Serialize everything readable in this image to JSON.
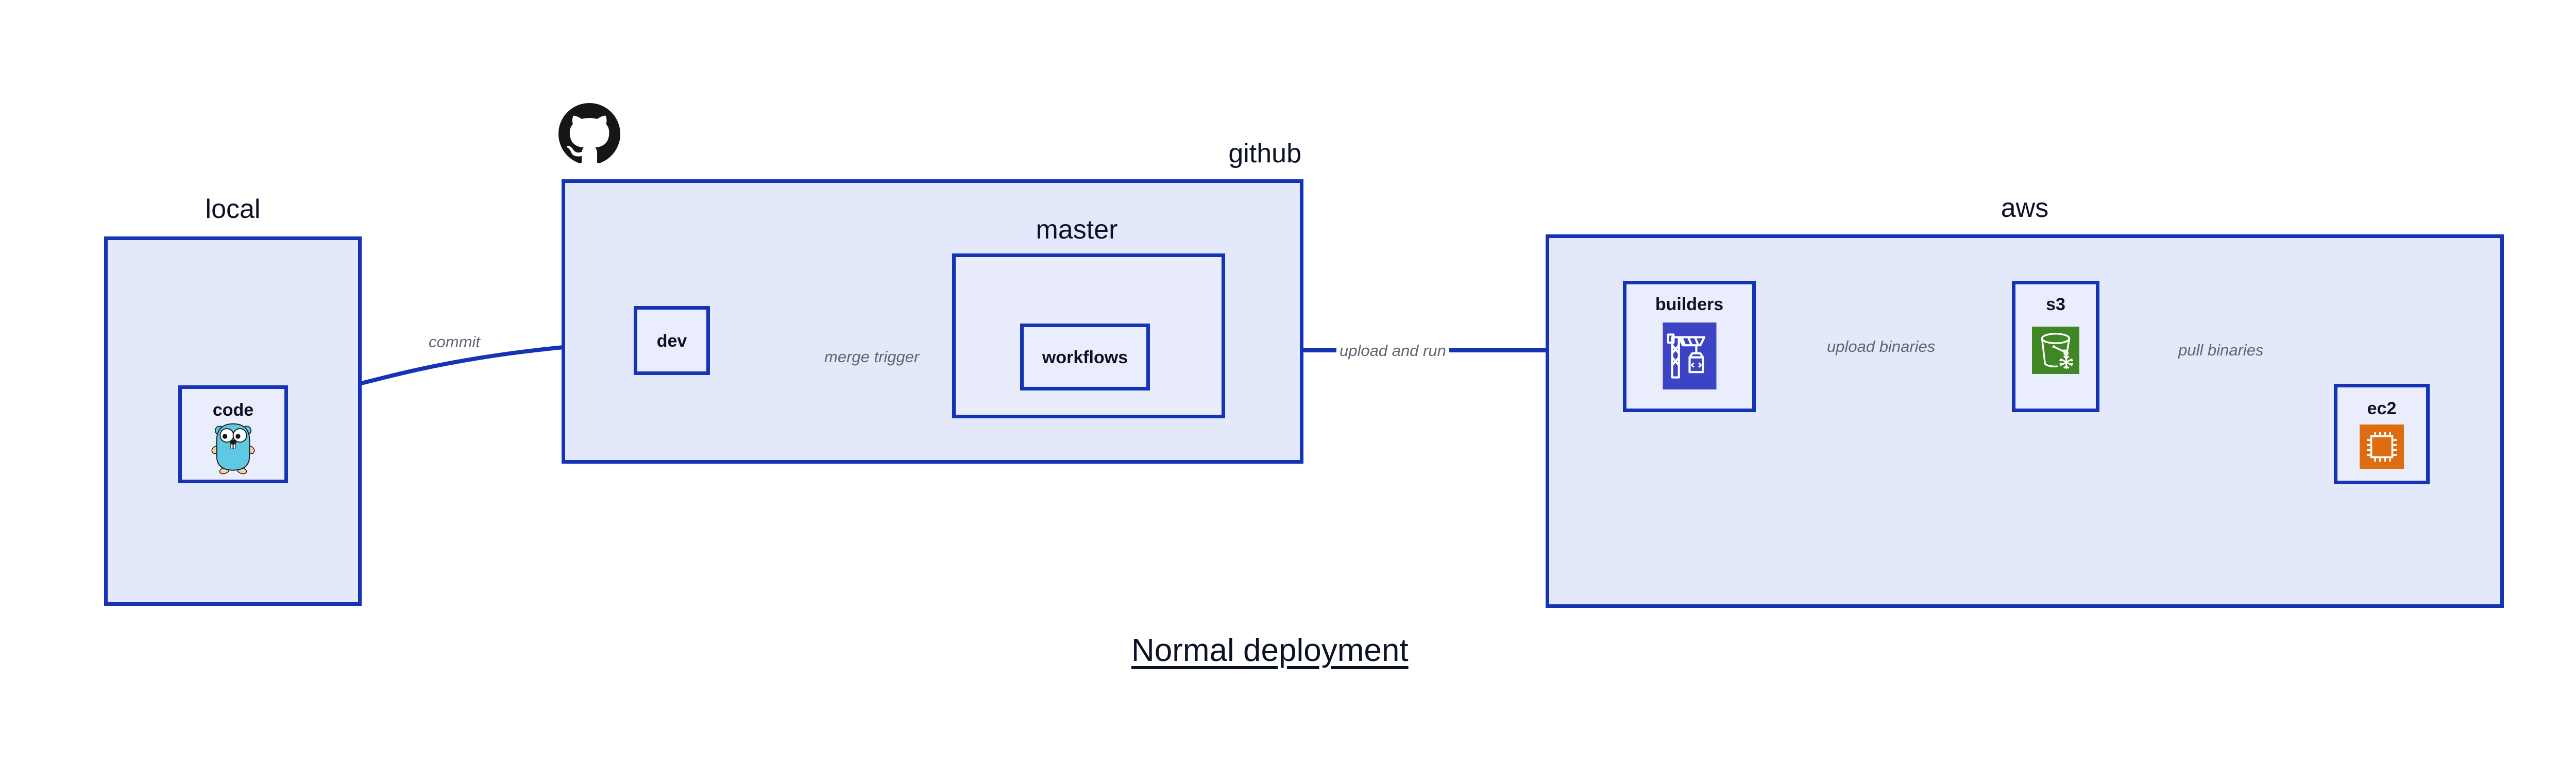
{
  "title": "Normal deployment",
  "colors": {
    "group_fill": "#e3e8fa",
    "node_fill": "#eaeefc",
    "border": "#1434b5",
    "edge": "#1434b5",
    "edge_label": "#5f6673",
    "text": "#0d1126",
    "codebuild_purple": "#3c43c4",
    "s3_green": "#3f8624",
    "ec2_orange": "#dd6d10",
    "gopher_cyan": "#5dc9e2",
    "gopher_tan": "#f6d2a2",
    "github_black": "#161614"
  },
  "groups": [
    {
      "id": "local",
      "label": "local",
      "label_align": "center"
    },
    {
      "id": "github",
      "label": "github",
      "label_align": "right"
    },
    {
      "id": "aws",
      "label": "aws",
      "label_align": "center"
    }
  ],
  "subgroups": [
    {
      "id": "master",
      "label": "master",
      "parent": "github"
    }
  ],
  "nodes": [
    {
      "id": "code",
      "label": "code",
      "group": "local",
      "icon": "go-gopher-icon"
    },
    {
      "id": "dev",
      "label": "dev",
      "group": "github",
      "icon": "none"
    },
    {
      "id": "workflows",
      "label": "workflows",
      "group": "master",
      "icon": "none"
    },
    {
      "id": "builders",
      "label": "builders",
      "group": "aws",
      "icon": "aws-codebuild-icon"
    },
    {
      "id": "s3",
      "label": "s3",
      "group": "aws",
      "icon": "aws-s3-icon"
    },
    {
      "id": "ec2",
      "label": "ec2",
      "group": "aws",
      "icon": "aws-ec2-icon"
    }
  ],
  "edges": [
    {
      "id": "commit",
      "from": "code",
      "to": "dev",
      "label": "commit"
    },
    {
      "id": "merge-trigger",
      "from": "dev",
      "to": "workflows",
      "label": "merge trigger"
    },
    {
      "id": "upload-and-run",
      "from": "workflows",
      "to": "builders",
      "label": "upload and run"
    },
    {
      "id": "upload-binaries",
      "from": "builders",
      "to": "s3",
      "label": "upload binaries"
    },
    {
      "id": "pull-binaries",
      "from": "s3",
      "to": "ec2",
      "label": "pull binaries"
    }
  ],
  "logos": [
    {
      "id": "github-logo",
      "name": "github-octocat-icon",
      "for_group": "github"
    }
  ]
}
